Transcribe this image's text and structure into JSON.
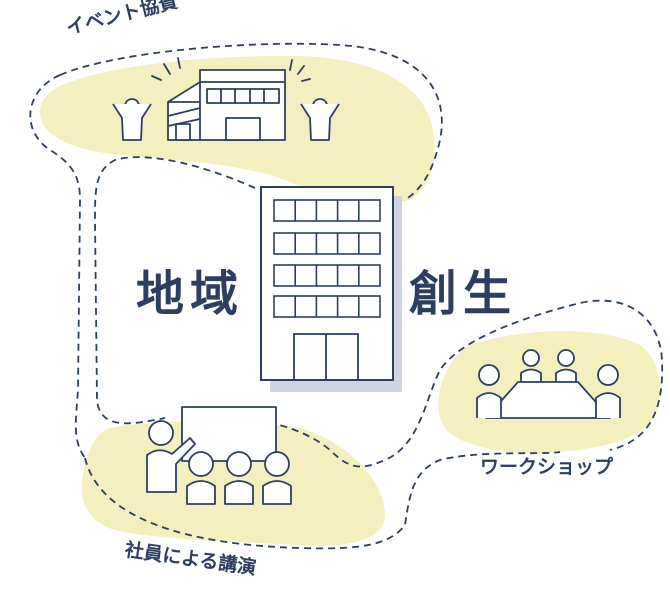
{
  "labels": {
    "event": "イベント協賛",
    "workshop": "ワークショップ",
    "lecture": "社員による講演",
    "chiiki": "地域",
    "sousei": "創生"
  },
  "colors": {
    "navy": "#2d3f60",
    "blob": "#f3efbf",
    "shadow": "#cfd4e0",
    "white": "#ffffff"
  }
}
